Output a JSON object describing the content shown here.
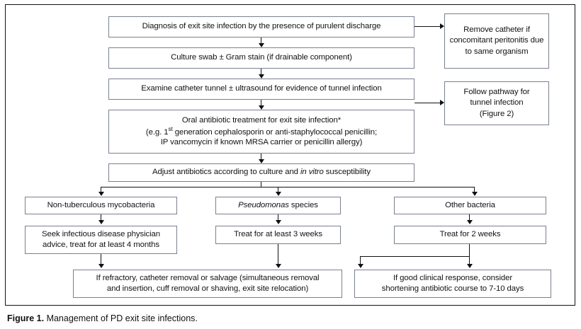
{
  "figure": {
    "caption_label": "Figure 1.",
    "caption_text": " Management of PD exit site infections.",
    "border_color": "#111111",
    "box_border_color": "#7a808f"
  },
  "nodes": {
    "diagnosis": "Diagnosis of exit site infection by the presence of purulent discharge",
    "culture_swab": "Culture swab ± Gram stain (if drainable component)",
    "examine_tunnel": "Examine catheter tunnel ± ultrasound for evidence of tunnel infection",
    "oral_antibiotic_line1": "Oral antibiotic treatment for exit site infection*",
    "oral_antibiotic_line2_a": "(e.g. 1",
    "oral_antibiotic_line2_sup": "st",
    "oral_antibiotic_line2_b": " generation cephalosporin or anti-staphylococcal penicillin;",
    "oral_antibiotic_line3": "IP vancomycin if known MRSA carrier or penicillin allergy)",
    "adjust_a": "Adjust antibiotics according to culture and ",
    "adjust_italic": "in vitro",
    "adjust_b": " susceptibility",
    "remove_catheter": "Remove catheter if concomitant peritonitis due to same organism",
    "follow_pathway_line1": "Follow pathway for",
    "follow_pathway_line2": "tunnel infection",
    "follow_pathway_line3": "(Figure 2)",
    "branch_mycobacteria": "Non-tuberculous mycobacteria",
    "branch_pseudomonas_italic": "Pseudomonas",
    "branch_pseudomonas_rest": " species",
    "branch_other_bacteria": "Other bacteria",
    "treat_mycobacteria_line1": "Seek infectious disease physician",
    "treat_mycobacteria_line2": "advice, treat for at least 4 months",
    "treat_pseudomonas": "Treat for at least 3 weeks",
    "treat_other": "Treat for 2 weeks",
    "refractory_line1": "If refractory, catheter removal or salvage (simultaneous removal",
    "refractory_line2": "and insertion, cuff removal or shaving, exit site relocation)",
    "good_response_line1": "If good clinical response, consider",
    "good_response_line2": "shortening antibiotic course to 7-10 days"
  }
}
